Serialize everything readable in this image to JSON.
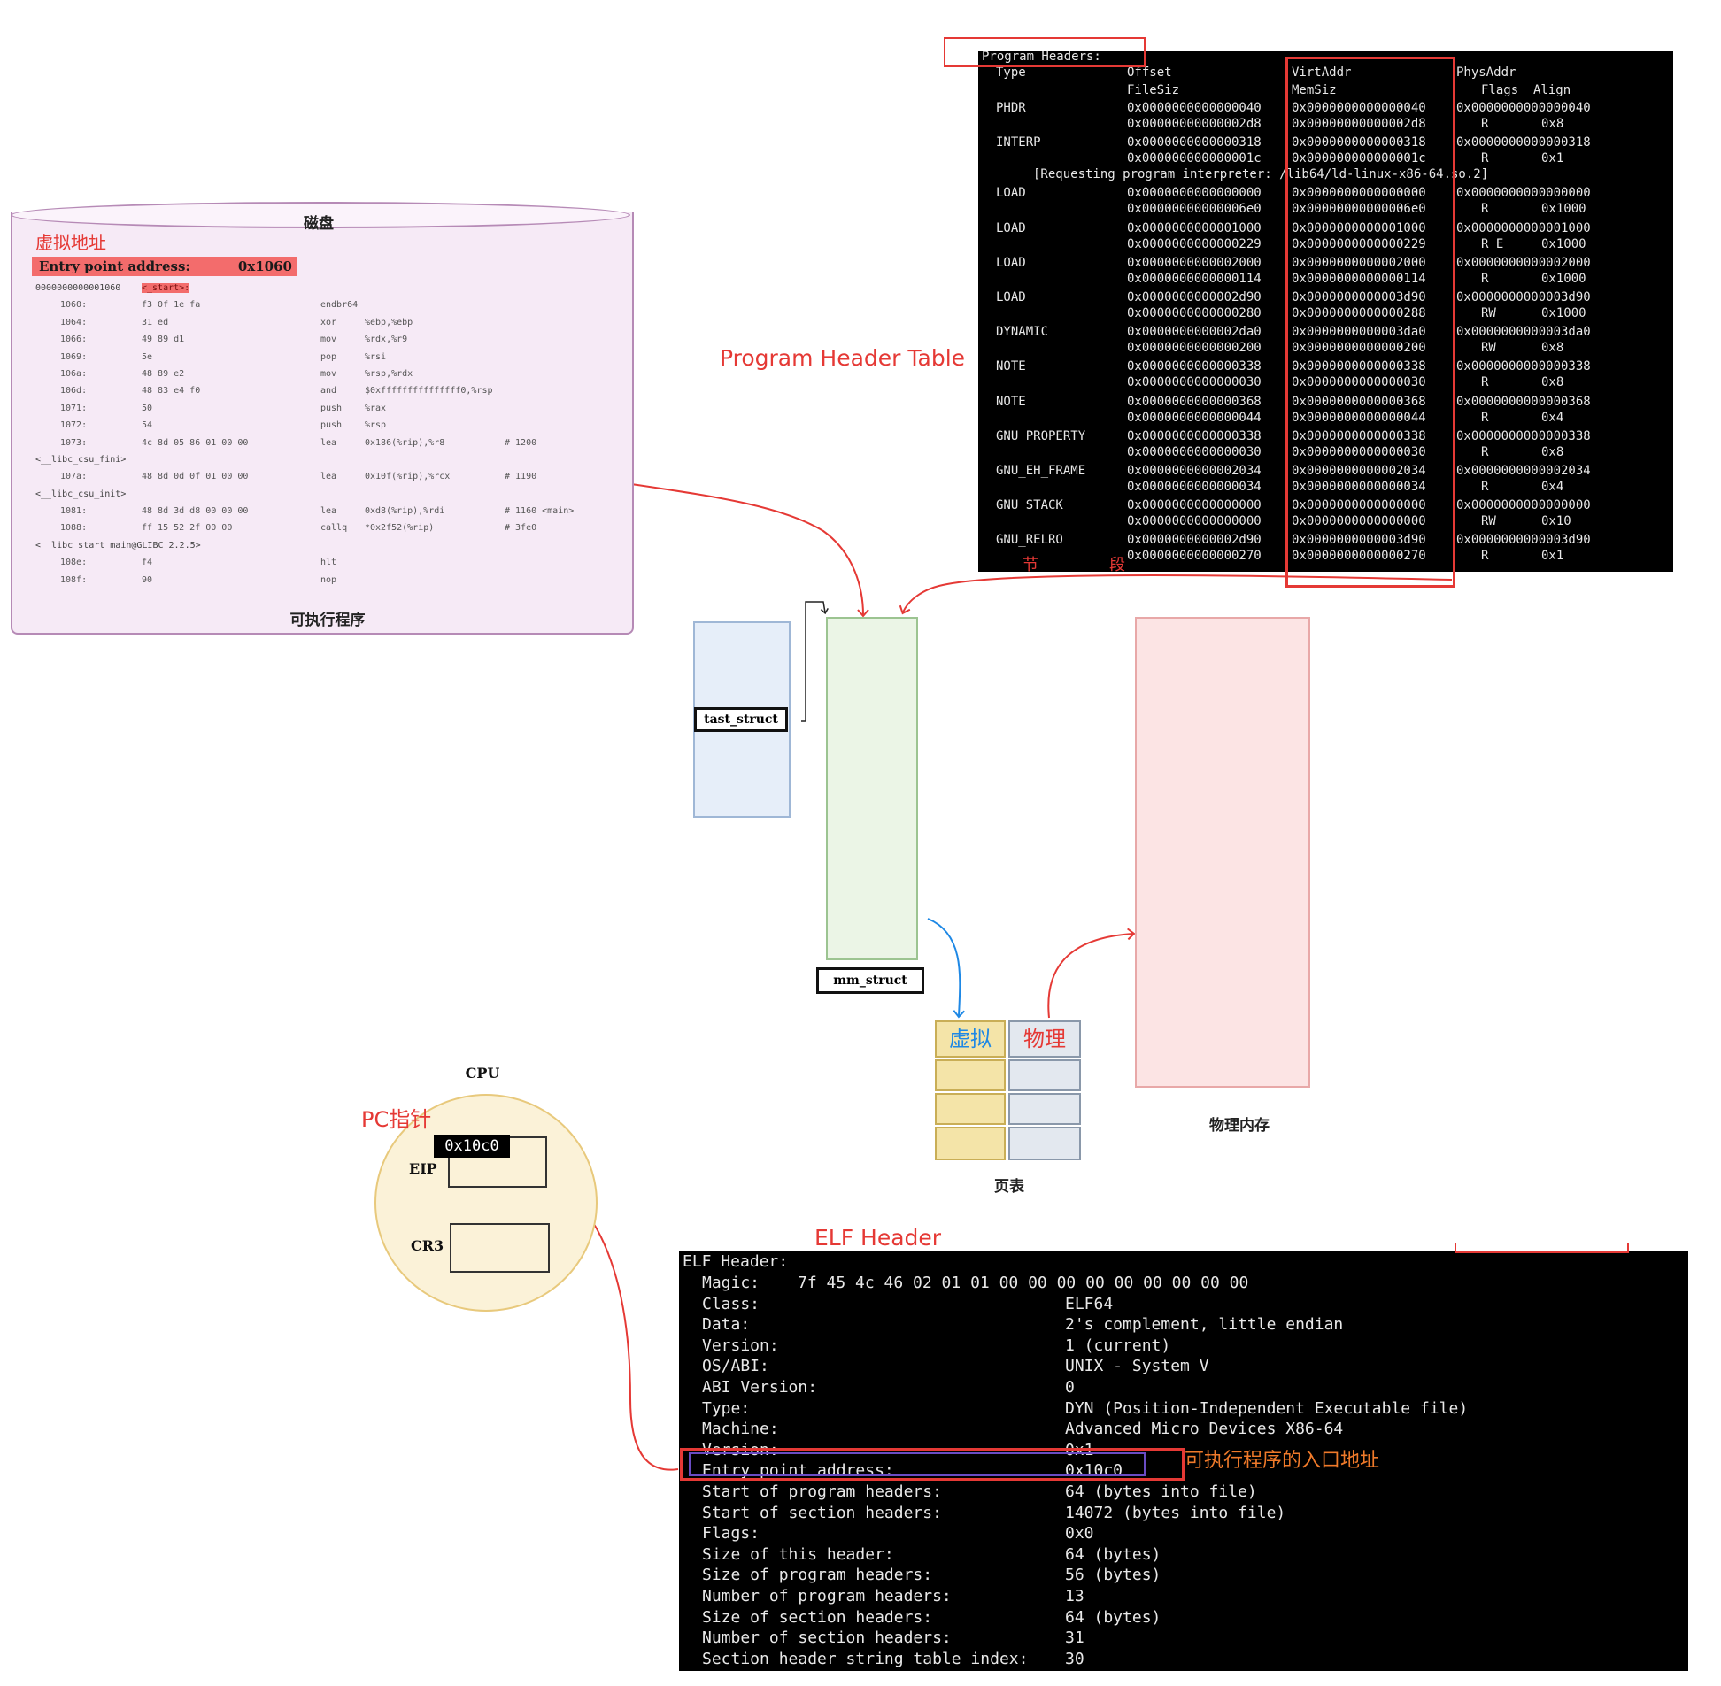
{
  "disk": {
    "title": "磁盘",
    "virtual_address_label": "虚拟地址",
    "entry_point_key": "Entry point address:",
    "entry_point_value": "0x1060",
    "caption": "可执行程序",
    "disasm": [
      {
        "addr": "0000000000001060",
        "sym": "<_start>:"
      },
      {
        "addr": "1060:",
        "bytes": "f3 0f 1e fa",
        "op": "endbr64",
        "args": ""
      },
      {
        "addr": "1064:",
        "bytes": "31 ed",
        "op": "xor",
        "args": "%ebp,%ebp"
      },
      {
        "addr": "1066:",
        "bytes": "49 89 d1",
        "op": "mov",
        "args": "%rdx,%r9"
      },
      {
        "addr": "1069:",
        "bytes": "5e",
        "op": "pop",
        "args": "%rsi"
      },
      {
        "addr": "106a:",
        "bytes": "48 89 e2",
        "op": "mov",
        "args": "%rsp,%rdx"
      },
      {
        "addr": "106d:",
        "bytes": "48 83 e4 f0",
        "op": "and",
        "args": "$0xfffffffffffffff0,%rsp"
      },
      {
        "addr": "1071:",
        "bytes": "50",
        "op": "push",
        "args": "%rax"
      },
      {
        "addr": "1072:",
        "bytes": "54",
        "op": "push",
        "args": "%rsp"
      },
      {
        "addr": "1073:",
        "bytes": "4c 8d 05 86 01 00 00",
        "op": "lea",
        "args": "0x186(%rip),%r8",
        "cmt": "# 1200"
      },
      {
        "label": "<__libc_csu_fini>"
      },
      {
        "addr": "107a:",
        "bytes": "48 8d 0d 0f 01 00 00",
        "op": "lea",
        "args": "0x10f(%rip),%rcx",
        "cmt": "# 1190"
      },
      {
        "label": "<__libc_csu_init>"
      },
      {
        "addr": "1081:",
        "bytes": "48 8d 3d d8 00 00 00",
        "op": "lea",
        "args": "0xd8(%rip),%rdi",
        "cmt": "# 1160 <main>"
      },
      {
        "addr": "1088:",
        "bytes": "ff 15 52 2f 00 00",
        "op": "callq",
        "args": "*0x2f52(%rip)",
        "cmt": "# 3fe0"
      },
      {
        "label": "<__libc_start_main@GLIBC_2.2.5>"
      },
      {
        "addr": "108e:",
        "bytes": "f4",
        "op": "hlt",
        "args": ""
      },
      {
        "addr": "108f:",
        "bytes": "90",
        "op": "nop",
        "args": ""
      }
    ]
  },
  "program_headers": {
    "label": "Program Header Table",
    "title": "Program Headers:",
    "bottom_note_left": "节",
    "bottom_note_right": "段",
    "header_row1": [
      "Type",
      "Offset",
      "VirtAddr",
      "PhysAddr"
    ],
    "header_row2": [
      "FileSiz",
      "MemSiz",
      "Flags  Align"
    ],
    "interp_note": "[Requesting program interpreter: /lib64/ld-linux-x86-64.so.2]",
    "entries": [
      {
        "type": "PHDR",
        "offset": "0x0000000000000040",
        "virt": "0x0000000000000040",
        "phys": "0x0000000000000040",
        "filesz": "0x00000000000002d8",
        "memsz": "0x00000000000002d8",
        "flags": "R",
        "align": "0x8"
      },
      {
        "type": "INTERP",
        "offset": "0x0000000000000318",
        "virt": "0x0000000000000318",
        "phys": "0x0000000000000318",
        "filesz": "0x000000000000001c",
        "memsz": "0x000000000000001c",
        "flags": "R",
        "align": "0x1"
      },
      {
        "type": "LOAD",
        "offset": "0x0000000000000000",
        "virt": "0x0000000000000000",
        "phys": "0x0000000000000000",
        "filesz": "0x00000000000006e0",
        "memsz": "0x00000000000006e0",
        "flags": "R",
        "align": "0x1000"
      },
      {
        "type": "LOAD",
        "offset": "0x0000000000001000",
        "virt": "0x0000000000001000",
        "phys": "0x0000000000001000",
        "filesz": "0x0000000000000229",
        "memsz": "0x0000000000000229",
        "flags": "R E",
        "align": "0x1000"
      },
      {
        "type": "LOAD",
        "offset": "0x0000000000002000",
        "virt": "0x0000000000002000",
        "phys": "0x0000000000002000",
        "filesz": "0x0000000000000114",
        "memsz": "0x0000000000000114",
        "flags": "R",
        "align": "0x1000"
      },
      {
        "type": "LOAD",
        "offset": "0x0000000000002d90",
        "virt": "0x0000000000003d90",
        "phys": "0x0000000000003d90",
        "filesz": "0x0000000000000280",
        "memsz": "0x0000000000000288",
        "flags": "RW",
        "align": "0x1000"
      },
      {
        "type": "DYNAMIC",
        "offset": "0x0000000000002da0",
        "virt": "0x0000000000003da0",
        "phys": "0x0000000000003da0",
        "filesz": "0x0000000000000200",
        "memsz": "0x0000000000000200",
        "flags": "RW",
        "align": "0x8"
      },
      {
        "type": "NOTE",
        "offset": "0x0000000000000338",
        "virt": "0x0000000000000338",
        "phys": "0x0000000000000338",
        "filesz": "0x0000000000000030",
        "memsz": "0x0000000000000030",
        "flags": "R",
        "align": "0x8"
      },
      {
        "type": "NOTE",
        "offset": "0x0000000000000368",
        "virt": "0x0000000000000368",
        "phys": "0x0000000000000368",
        "filesz": "0x0000000000000044",
        "memsz": "0x0000000000000044",
        "flags": "R",
        "align": "0x4"
      },
      {
        "type": "GNU_PROPERTY",
        "offset": "0x0000000000000338",
        "virt": "0x0000000000000338",
        "phys": "0x0000000000000338",
        "filesz": "0x0000000000000030",
        "memsz": "0x0000000000000030",
        "flags": "R",
        "align": "0x8"
      },
      {
        "type": "GNU_EH_FRAME",
        "offset": "0x0000000000002034",
        "virt": "0x0000000000002034",
        "phys": "0x0000000000002034",
        "filesz": "0x0000000000000034",
        "memsz": "0x0000000000000034",
        "flags": "R",
        "align": "0x4"
      },
      {
        "type": "GNU_STACK",
        "offset": "0x0000000000000000",
        "virt": "0x0000000000000000",
        "phys": "0x0000000000000000",
        "filesz": "0x0000000000000000",
        "memsz": "0x0000000000000000",
        "flags": "RW",
        "align": "0x10"
      },
      {
        "type": "GNU_RELRO",
        "offset": "0x0000000000002d90",
        "virt": "0x0000000000003d90",
        "phys": "0x0000000000003d90",
        "filesz": "0x0000000000000270",
        "memsz": "0x0000000000000270",
        "flags": "R",
        "align": "0x1"
      }
    ]
  },
  "kernel": {
    "task_struct_label": "tast_struct",
    "mm_struct_label": "mm_struct"
  },
  "page_table": {
    "virtual_header": "虚拟",
    "physical_header": "物理",
    "caption": "页表"
  },
  "physical_memory": {
    "caption": "物理内存"
  },
  "cpu": {
    "title": "CPU",
    "pc_label": "PC指针",
    "eip_label": "EIP",
    "eip_value": "0x10c0",
    "cr3_label": "CR3"
  },
  "elf_header": {
    "label": "ELF Header",
    "title": "ELF Header:",
    "entry_note": "可执行程序的入口地址",
    "fields": [
      {
        "k": "Magic:",
        "v": "7f 45 4c 46 02 01 01 00 00 00 00 00 00 00 00 00"
      },
      {
        "k": "Class:",
        "v": "ELF64"
      },
      {
        "k": "Data:",
        "v": "2's complement, little endian"
      },
      {
        "k": "Version:",
        "v": "1 (current)"
      },
      {
        "k": "OS/ABI:",
        "v": "UNIX - System V"
      },
      {
        "k": "ABI Version:",
        "v": "0"
      },
      {
        "k": "Type:",
        "v": "DYN (Position-Independent Executable file)"
      },
      {
        "k": "Machine:",
        "v": "Advanced Micro Devices X86-64"
      },
      {
        "k": "Version:",
        "v": "0x1"
      },
      {
        "k": "Entry point address:",
        "v": "0x10c0"
      },
      {
        "k": "Start of program headers:",
        "v": "64 (bytes into file)"
      },
      {
        "k": "Start of section headers:",
        "v": "14072 (bytes into file)"
      },
      {
        "k": "Flags:",
        "v": "0x0"
      },
      {
        "k": "Size of this header:",
        "v": "64 (bytes)"
      },
      {
        "k": "Size of program headers:",
        "v": "56 (bytes)"
      },
      {
        "k": "Number of program headers:",
        "v": "13"
      },
      {
        "k": "Size of section headers:",
        "v": "64 (bytes)"
      },
      {
        "k": "Number of section headers:",
        "v": "31"
      },
      {
        "k": "Section header string table index:",
        "v": "30"
      }
    ]
  },
  "colors": {
    "annotation_red": "#e53935",
    "annotation_blue": "#1e88e5",
    "annotation_orange": "#f07a2a"
  }
}
